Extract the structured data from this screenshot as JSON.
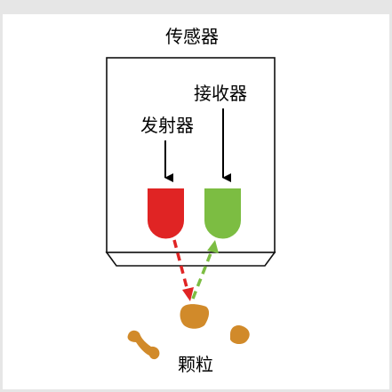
{
  "labels": {
    "sensor": "传感器",
    "receiver": "接收器",
    "emitter": "发射器",
    "particles": "颗粒"
  },
  "colors": {
    "background": "#e6e6e6",
    "panel": "#ffffff",
    "emitter": "#e02424",
    "receiver": "#7cbd42",
    "particle": "#d18a2a",
    "outline": "#111111",
    "arrow": "#000000"
  },
  "icons": {
    "emitter": "emitter-led-icon",
    "receiver": "receiver-led-icon",
    "particle": "particle-blob-icon"
  }
}
